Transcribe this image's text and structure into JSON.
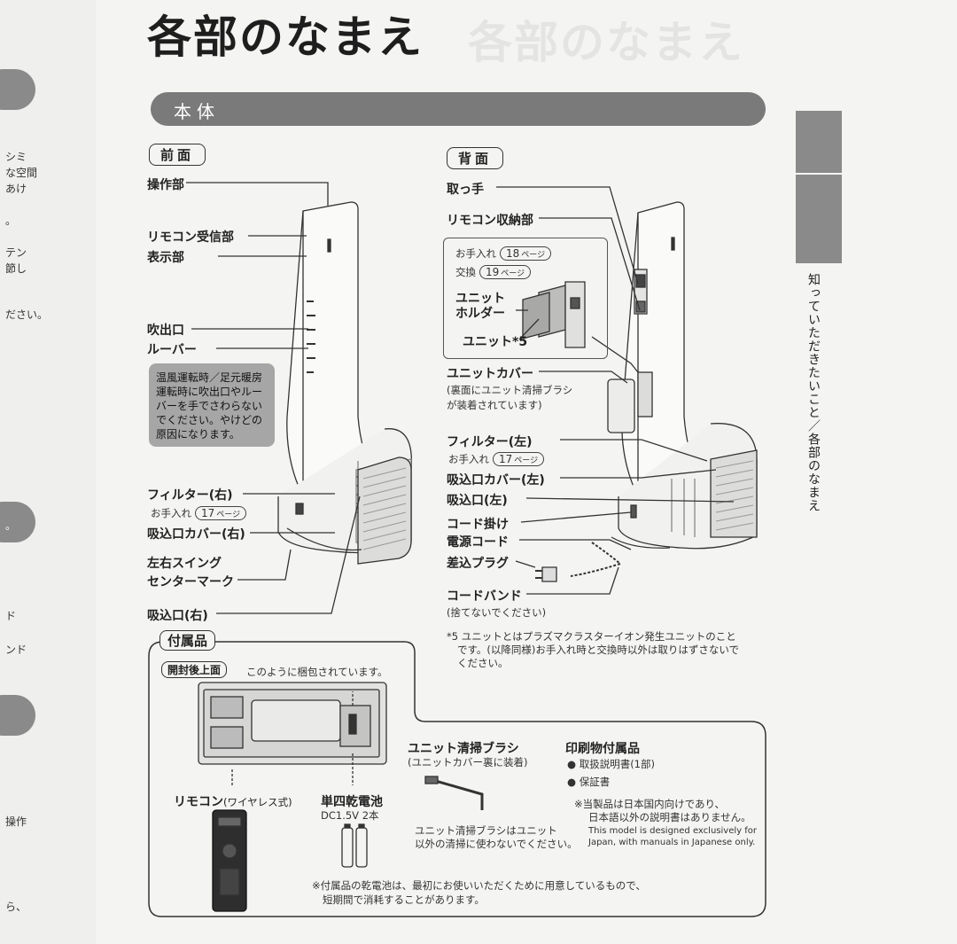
{
  "left_page": {
    "fragments": [
      "シミ",
      "な空間",
      "あけ",
      "。",
      "テン",
      "節し",
      "ださい。",
      "。",
      "ド",
      "ンド",
      "操作",
      "ら、"
    ]
  },
  "header": {
    "title": "各部のなまえ",
    "ghost_title": "各部のなまえ",
    "section": "本体"
  },
  "side_tab": {
    "text": "知っていただきたいこと／各部のなまえ"
  },
  "front": {
    "tag": "前面",
    "labels": {
      "control": "操作部",
      "remote_receiver": "リモコン受信部",
      "display": "表示部",
      "outlet": "吹出口",
      "louver": "ルーバー",
      "filter_right": "フィルター(右)",
      "filter_right_care": "お手入れ",
      "filter_right_page": "17",
      "intake_cover_right": "吸込口カバー(右)",
      "swing_mark_1": "左右スイング",
      "swing_mark_2": "センターマーク",
      "intake_right": "吸込口(右)"
    },
    "warning": "温風運転時／足元暖房運転時に吹出口やルーバーを手でさわらないでください。やけどの原因になります。"
  },
  "back": {
    "tag": "背面",
    "labels": {
      "handle": "取っ手",
      "remote_storage": "リモコン収納部",
      "care": "お手入れ",
      "care_page": "18",
      "replace": "交換",
      "replace_page": "19",
      "unit_holder_1": "ユニット",
      "unit_holder_2": "ホルダー",
      "unit": "ユニット*5",
      "unit_cover": "ユニットカバー",
      "unit_cover_note_1": "(裏面にユニット清掃ブラシ",
      "unit_cover_note_2": "が装着されています)",
      "filter_left": "フィルター(左)",
      "filter_left_care": "お手入れ",
      "filter_left_page": "17",
      "intake_cover_left": "吸込口カバー(左)",
      "intake_left": "吸込口(左)",
      "cord_hook": "コード掛け",
      "power_cord": "電源コード",
      "plug": "差込プラグ",
      "cord_band": "コードバンド",
      "cord_band_note": "(捨てないでください)"
    },
    "footnote_1": "*5 ユニットとはプラズマクラスターイオン発生ユニットのこと",
    "footnote_2": "です。(以降同様)お手入れ時と交換時以外は取りはずさないで",
    "footnote_3": "ください。"
  },
  "page_suffix": "ページ",
  "accessories": {
    "tag": "付属品",
    "opened_tag": "開封後上面",
    "opened_desc": "このように梱包されています。",
    "remote_label": "リモコン",
    "remote_sub": "(ワイヤレス式)",
    "battery_label": "単四乾電池",
    "battery_sub": "DC1.5V 2本",
    "brush_label": "ユニット清掃ブラシ",
    "brush_sub": "(ユニットカバー裏に装着)",
    "brush_note_1": "ユニット清掃ブラシはユニット",
    "brush_note_2": "以外の清掃に使わないでください。",
    "printed_label": "印刷物付属品",
    "printed_1": "● 取扱説明書(1部)",
    "printed_2": "● 保証書",
    "japan_note_1": "※当製品は日本国内向けであり、",
    "japan_note_2": "日本語以外の説明書はありません。",
    "japan_note_3": "This model is designed exclusively for",
    "japan_note_4": "Japan, with manuals in Japanese only.",
    "battery_note_1": "※付属品の乾電池は、最初にお使いいただくために用意しているもので、",
    "battery_note_2": "短期間で消耗することがあります。"
  }
}
